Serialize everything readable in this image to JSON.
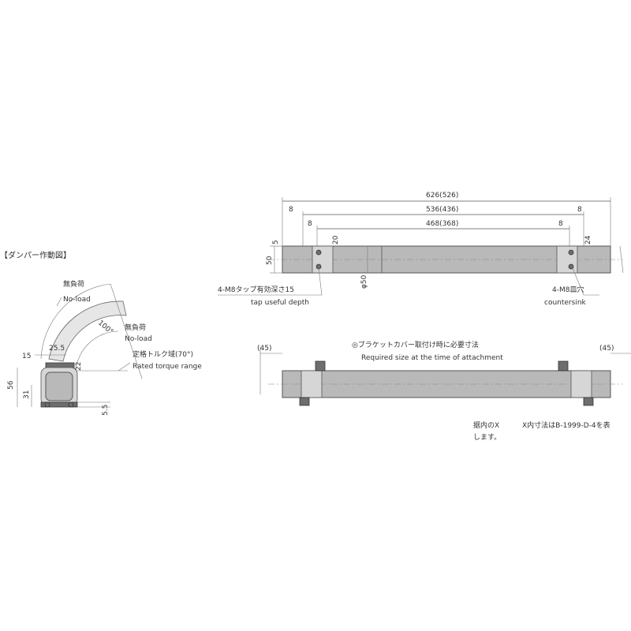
{
  "side_view": {
    "title": "【ダンパー作動図】",
    "no_load_1_jp": "無負荷",
    "no_load_1_en": "No-load",
    "angle_100": "100°",
    "no_load_2_jp": "無負荷",
    "no_load_2_en": "No-load",
    "torque_jp": "定格トルク域(70°)",
    "torque_en": "Rated torque range",
    "dim_15": "15",
    "dim_25_5": "25.5",
    "dim_22": "22",
    "dim_56": "56",
    "dim_31": "31",
    "dim_5_5": "5.5"
  },
  "top_view": {
    "dim_overall": "626(526)",
    "dim_middle": "536(436)",
    "dim_inner": "468(368)",
    "dim_8_left_outer": "8",
    "dim_8_left_inner": "8",
    "dim_8_right_outer": "8",
    "dim_8_right_inner": "8",
    "dim_5": "5",
    "dim_50": "50",
    "dim_20": "20",
    "dim_24": "24",
    "dim_phi50": "φ50",
    "tap_jp": "4-M8タップ有効深さ15",
    "tap_en": "tap useful depth",
    "countersink_jp": "4-M8皿穴",
    "countersink_en": "countersink"
  },
  "front_view": {
    "dim_45_left": "(45)",
    "dim_45_right": "(45)",
    "note_jp": "◎ブラケットカバー取付け時に必要寸法",
    "note_en": "Required size at the time of attachment"
  },
  "footnote": {
    "line1_a": "据内のX",
    "line1_b": "X内寸法はB-1999-D-4を表",
    "line2": "します。"
  }
}
